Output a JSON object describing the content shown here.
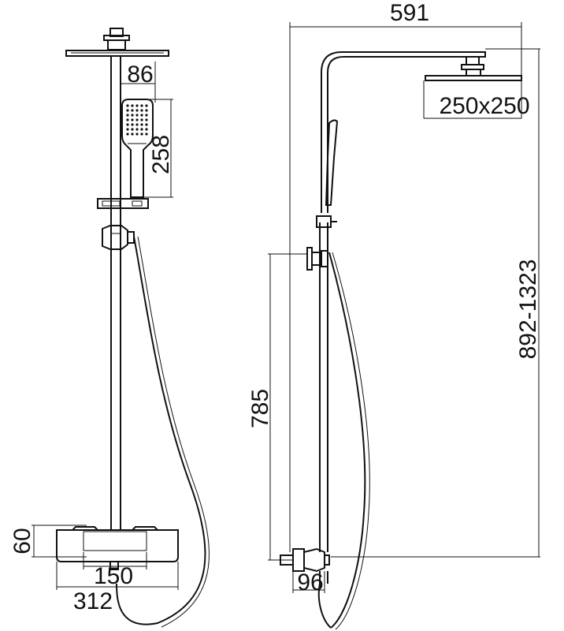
{
  "dimensions": {
    "overall_width": "591",
    "head_offset_top": "86",
    "hand_shower_length": "258",
    "head_size": "250x250",
    "height_range": "892-1323",
    "mixer_height_side": "785",
    "mixer_height_front": "60",
    "mixer_center_width": "150",
    "mixer_total_width": "312",
    "mixer_depth": "96"
  },
  "colors": {
    "line": "#111111",
    "background": "#ffffff"
  }
}
